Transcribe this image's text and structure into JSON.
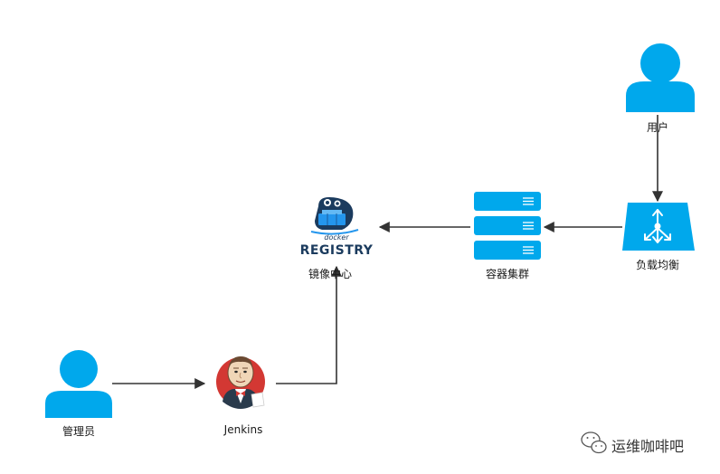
{
  "nodes": {
    "user": {
      "label": "用户",
      "icon": "person-icon"
    },
    "load_balancer": {
      "label": "负载均衡",
      "icon": "load-balancer-icon"
    },
    "container_cluster": {
      "label": "容器集群",
      "icon": "server-stack-icon"
    },
    "registry": {
      "label": "镜像中心",
      "icon": "docker-registry-logo",
      "logo_text_top": "docker",
      "logo_text_bottom": "REGISTRY"
    },
    "admin": {
      "label": "管理员",
      "icon": "person-icon"
    },
    "jenkins": {
      "label": "Jenkins",
      "icon": "jenkins-logo"
    }
  },
  "edges": [
    {
      "from": "user",
      "to": "load_balancer"
    },
    {
      "from": "load_balancer",
      "to": "container_cluster"
    },
    {
      "from": "container_cluster",
      "to": "registry"
    },
    {
      "from": "admin",
      "to": "jenkins"
    },
    {
      "from": "jenkins",
      "to": "registry"
    }
  ],
  "watermark": {
    "text": "运维咖啡吧",
    "icon": "wechat-icon"
  },
  "colors": {
    "accent": "#00a8ec",
    "arrow": "#333333",
    "jenkins_red": "#d33833",
    "registry_navy": "#1b3b5e",
    "docker_blue": "#2496ed"
  }
}
